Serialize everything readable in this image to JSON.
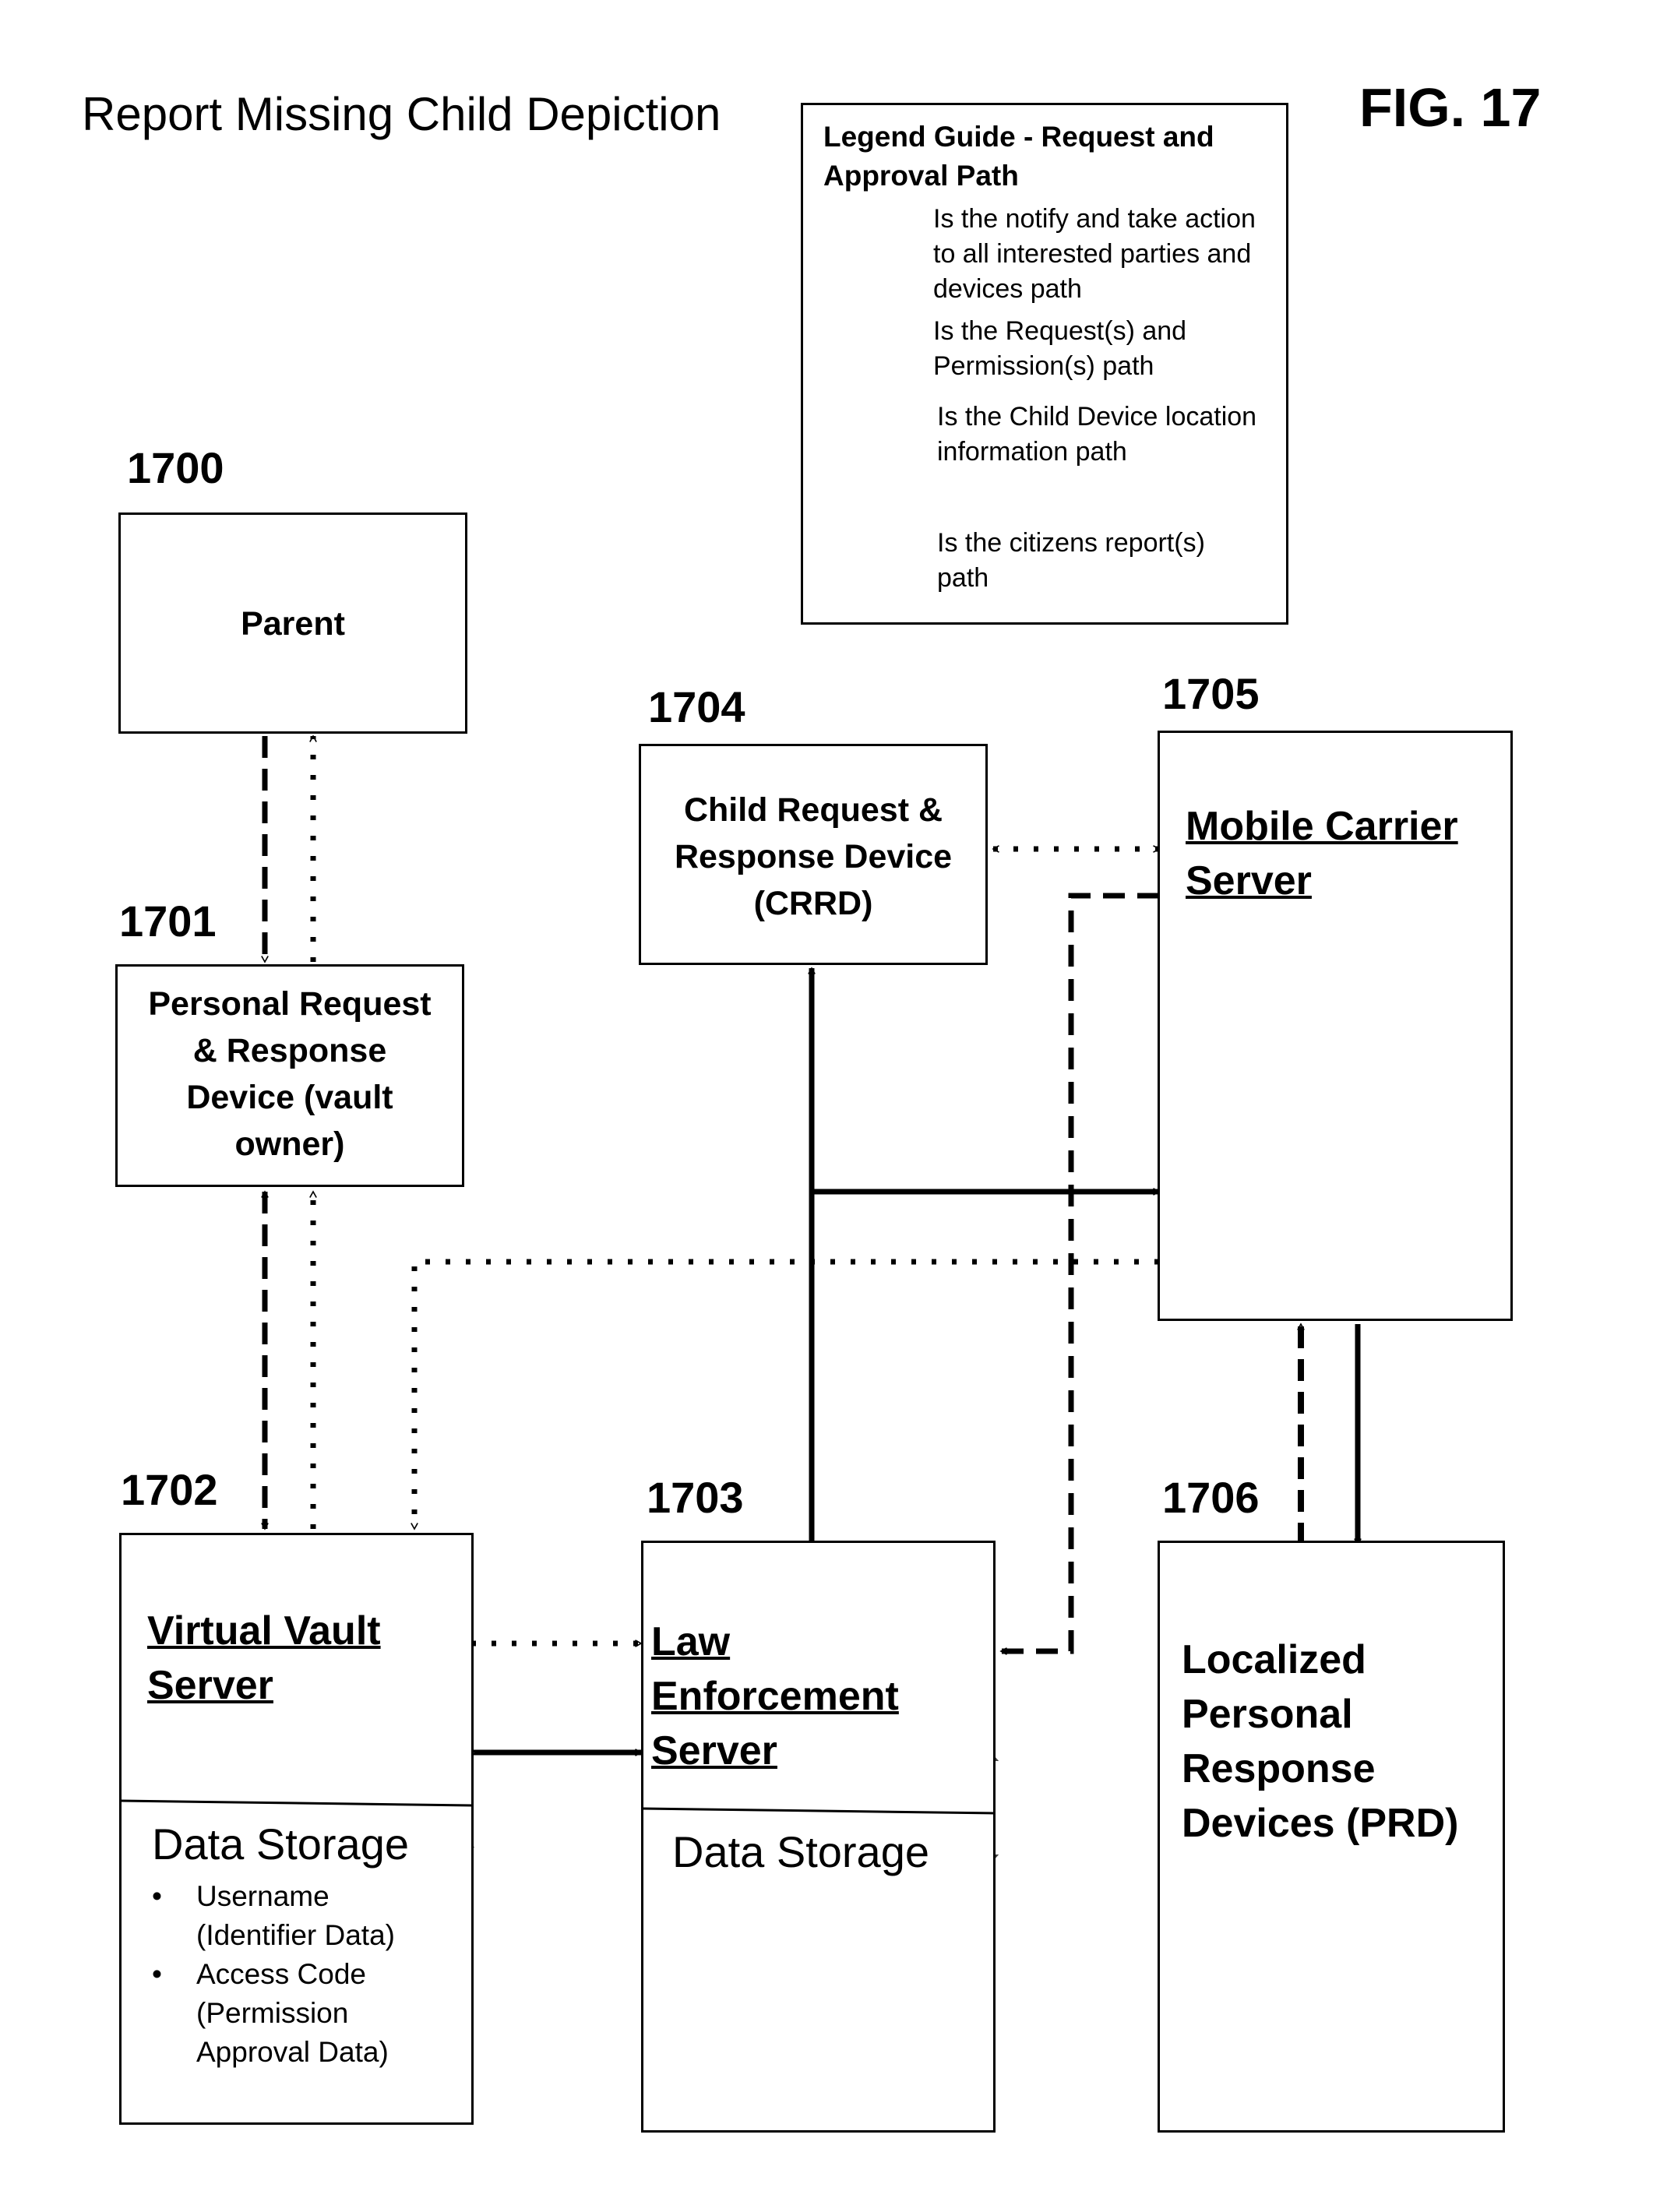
{
  "title": "Report Missing Child Depiction",
  "figure_label": "FIG. 17",
  "legend": {
    "heading": "Legend Guide -  Request and Approval Path",
    "items": [
      {
        "style": "solid",
        "text": "Is the notify and take action to all interested parties and devices path"
      },
      {
        "style": "dashed",
        "text": "Is the Request(s) and Permission(s) path"
      },
      {
        "style": "dotted",
        "text": "Is the Child Device location information path"
      },
      {
        "style": "long-dash",
        "text": "Is the citizens report(s) path"
      }
    ]
  },
  "nodes": {
    "parent": {
      "ref": "1700",
      "label": "Parent"
    },
    "prd_owner": {
      "ref": "1701",
      "label": "Personal Request & Response Device (vault owner)"
    },
    "vault": {
      "ref": "1702",
      "label": "Virtual Vault Server",
      "storage_title": "Data Storage",
      "storage_items": [
        "Username (Identifier Data)",
        "Access Code (Permission Approval Data)"
      ]
    },
    "law": {
      "ref": "1703",
      "label": "Law Enforcement Server",
      "storage_title": "Data Storage"
    },
    "crrd": {
      "ref": "1704",
      "label": "Child Request & Response Device (CRRD)"
    },
    "carrier": {
      "ref": "1705",
      "label": "Mobile Carrier Server"
    },
    "localized_prd": {
      "ref": "1706",
      "label": "Localized Personal Response Devices (PRD)"
    }
  },
  "colors": {
    "ink": "#000000",
    "storage_arrow": "#6b6b6b",
    "background": "#ffffff"
  }
}
